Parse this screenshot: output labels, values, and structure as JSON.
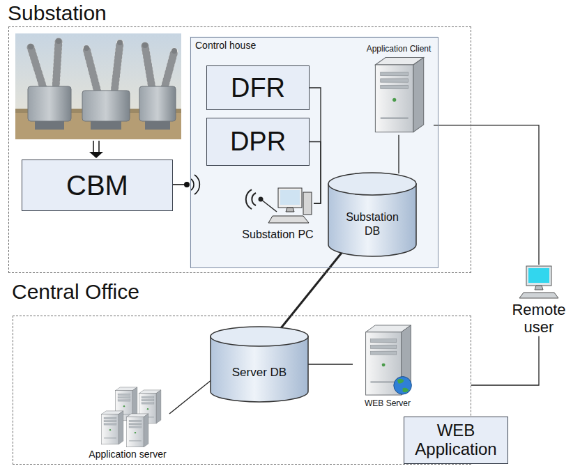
{
  "diagram": {
    "nodes": [
      {
        "text": [
          "Substation"
        ]
      },
      {
        "text": [
          "Control house"
        ],
        "in": 0
      },
      {
        "text": [
          "CBM"
        ],
        "in": 0
      },
      {
        "text": [
          "DFR"
        ],
        "in": 1
      },
      {
        "text": [
          "DPR"
        ],
        "in": 1
      },
      {
        "text": [
          "Application Client"
        ],
        "in": 1
      },
      {
        "text": [
          "Substation PC"
        ],
        "in": 1
      },
      {
        "text": [
          "Substation DB"
        ],
        "in": 1
      },
      {
        "text": [
          "Remote user"
        ]
      },
      {
        "text": [
          "Central Office"
        ]
      },
      {
        "text": [
          "Server DB"
        ],
        "in": 9
      },
      {
        "text": [
          "WEB Server"
        ],
        "in": 9
      },
      {
        "text": [
          "WEB Application"
        ],
        "in": 9
      },
      {
        "text": [
          "Application server"
        ],
        "in": 9
      }
    ],
    "edges": [
      {
        "from": 3,
        "to": 6,
        "arrow": "none"
      },
      {
        "from": 4,
        "to": 6,
        "arrow": "none"
      },
      {
        "from": 5,
        "to": 7,
        "arrow": "none"
      },
      {
        "from": 5,
        "to": 8,
        "arrow": "none"
      },
      {
        "from": 7,
        "to": 10,
        "arrow": "none"
      },
      {
        "from": 10,
        "to": 13,
        "arrow": "none"
      },
      {
        "from": 10,
        "to": 11,
        "arrow": "none"
      },
      {
        "from": 8,
        "to": 9,
        "arrow": "none"
      }
    ]
  }
}
